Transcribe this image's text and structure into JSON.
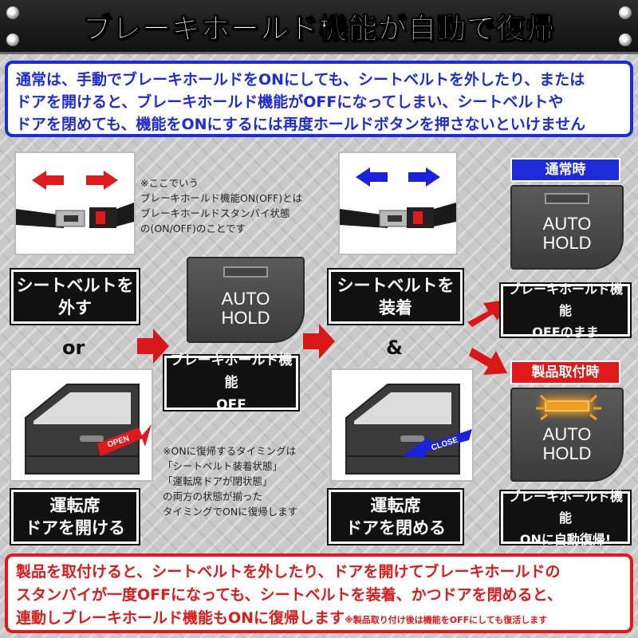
{
  "header": {
    "title": "ブレーキホールド機能が自動で復帰"
  },
  "intro": {
    "lines": [
      "通常は、手動でブレーキホールドをONにしても、シートベルトを外したり、または",
      "ドアを開けると、ブレーキホールド機能がOFFになってしまい、シートベルトや",
      "ドアを閉めても、機能をONにするには再度ホールドボタンを押さないといけません"
    ]
  },
  "step_left": {
    "belt_label_l1": "シートベルトを",
    "belt_label_l2": "外す",
    "conjunction": "or",
    "door_label_l1": "運転席",
    "door_label_l2": "ドアを開ける",
    "door_tag": "OPEN"
  },
  "note_top": {
    "lines": [
      "※ここでいう",
      "ブレーキホールド機能ON(OFF)とは",
      "ブレーキホールドスタンバイ状態",
      "の(ON/OFF)のことです"
    ]
  },
  "center_panel": {
    "button_l1": "AUTO",
    "button_l2": "HOLD",
    "label_l1": "ブレーキホールド機能",
    "label_l2": "OFF"
  },
  "note_bottom": {
    "lines": [
      "※ONに復帰するタイミングは",
      "「シートベルト装着状態」",
      "「運転席ドアが閉状態」",
      "の両方の状態が揃った",
      "タイミングでONに復帰します"
    ]
  },
  "step_right": {
    "belt_label_l1": "シートベルトを",
    "belt_label_l2": "装着",
    "conjunction": "&",
    "door_label_l1": "運転席",
    "door_label_l2": "ドアを閉める",
    "door_tag": "CLOSE"
  },
  "result_normal": {
    "tag": "通常時",
    "button_l1": "AUTO",
    "button_l2": "HOLD",
    "label_l1": "ブレーキホールド機能",
    "label_l2": "OFFのまま"
  },
  "result_product": {
    "tag": "製品取付時",
    "button_l1": "AUTO",
    "button_l2": "HOLD",
    "label_l1": "ブレーキホールド機能",
    "label_l2": "ONに自動復帰!"
  },
  "footer": {
    "line1": "製品を取付けると、シートベルトを外したり、ドアを開けてブレーキホールドの",
    "line2": "スタンバイが一度OFFになっても、シートベルトを装着、かつドアを閉めると、",
    "line3": "連動しブレーキホールド機能もONに復帰します",
    "note": "※製品取り付け後は機能をOFFにしても復活します"
  },
  "colors": {
    "intro_blue": "#1d2bd8",
    "footer_red": "#e01a1a",
    "arrow_red": "#d81818",
    "arrow_blue": "#1a22e0",
    "tag_blue": "#1d2bd8",
    "tag_red": "#e01a1a",
    "hold_light": "#f0a020"
  }
}
